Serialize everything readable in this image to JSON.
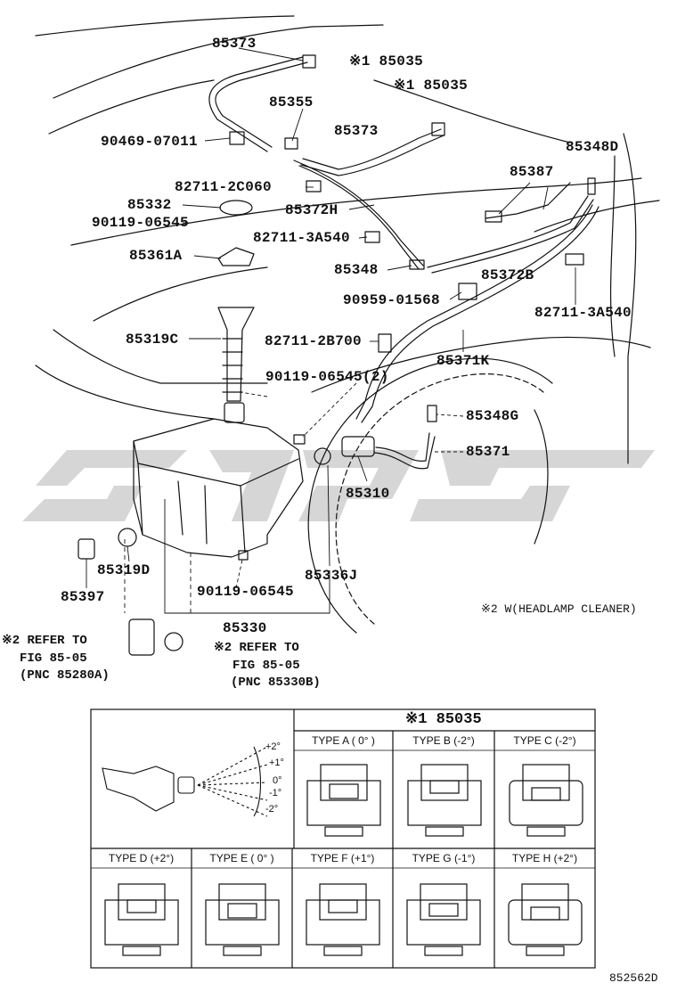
{
  "colors": {
    "ink": "#111111",
    "watermark": "#c9c9c9",
    "background": "#ffffff"
  },
  "callouts": [
    {
      "id": "c01",
      "text": "85373"
    },
    {
      "id": "c02",
      "text": "※1 85035"
    },
    {
      "id": "c03",
      "text": "※1 85035"
    },
    {
      "id": "c04",
      "text": "85355"
    },
    {
      "id": "c05",
      "text": "85373"
    },
    {
      "id": "c06",
      "text": "90469-07011"
    },
    {
      "id": "c07",
      "text": "85348D"
    },
    {
      "id": "c08",
      "text": "85387"
    },
    {
      "id": "c09",
      "text": "82711-2C060"
    },
    {
      "id": "c10",
      "text": "85332"
    },
    {
      "id": "c11",
      "text": "85372H"
    },
    {
      "id": "c12",
      "text": "90119-06545"
    },
    {
      "id": "c13",
      "text": "82711-3A540"
    },
    {
      "id": "c14",
      "text": "85361A"
    },
    {
      "id": "c15",
      "text": "85348"
    },
    {
      "id": "c16",
      "text": "85372B"
    },
    {
      "id": "c17",
      "text": "90959-01568"
    },
    {
      "id": "c18",
      "text": "82711-3A540"
    },
    {
      "id": "c19",
      "text": "85319C"
    },
    {
      "id": "c20",
      "text": "82711-2B700"
    },
    {
      "id": "c21",
      "text": "85371K"
    },
    {
      "id": "c22",
      "text": "90119-06545(2)"
    },
    {
      "id": "c23",
      "text": "85348G"
    },
    {
      "id": "c24",
      "text": "85371"
    },
    {
      "id": "c25",
      "text": "85310"
    },
    {
      "id": "c26",
      "text": "85319D"
    },
    {
      "id": "c27",
      "text": "85397"
    },
    {
      "id": "c28",
      "text": "85336J"
    },
    {
      "id": "c29",
      "text": "90119-06545"
    },
    {
      "id": "c30",
      "text": "85330"
    }
  ],
  "notes": {
    "headlamp": "※2  W(HEADLAMP CLEANER)",
    "refer_left": [
      "※2 REFER TO",
      "FIG 85-05",
      "(PNC 85280A)"
    ],
    "refer_right": [
      "※2 REFER TO",
      "FIG 85-05",
      "(PNC 85330B)"
    ]
  },
  "table": {
    "header": "※1 85035",
    "angles": [
      "+2°",
      "+1°",
      "0°",
      "-1°",
      "-2°"
    ],
    "types": [
      {
        "name": "TYPE A  ( 0° )"
      },
      {
        "name": "TYPE B  (-2°)"
      },
      {
        "name": "TYPE C  (-2°)"
      },
      {
        "name": "TYPE D (+2°)"
      },
      {
        "name": "TYPE E  ( 0° )"
      },
      {
        "name": "TYPE F  (+1°)"
      },
      {
        "name": "TYPE G  (-1°)"
      },
      {
        "name": "TYPE H  (+2°)"
      }
    ]
  },
  "drawing_code": "852562D"
}
